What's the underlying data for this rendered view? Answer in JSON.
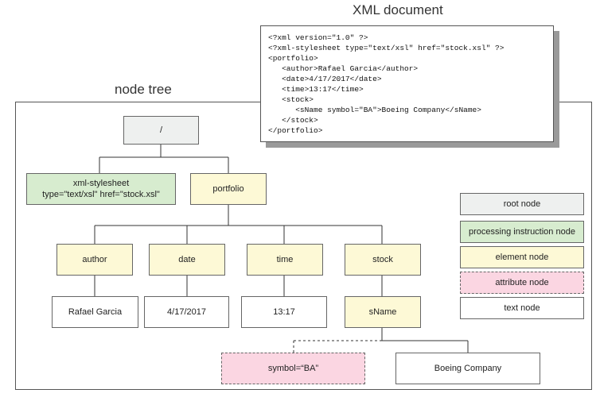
{
  "titles": {
    "xml_document": "XML document",
    "node_tree": "node tree"
  },
  "xml_lines": [
    "<?xml version=\"1.0\" ?>",
    "<?xml-stylesheet type=\"text/xsl\" href=\"stock.xsl\" ?>",
    "<portfolio>",
    "   <author>Rafael Garcia</author>",
    "   <date>4/17/2017</date>",
    "   <time>13:17</time>",
    "   <stock>",
    "      <sName symbol=\"BA\">Boeing Company</sName>",
    "   </stock>",
    "</portfolio>"
  ],
  "nodes": {
    "root": "/",
    "stylesheet_line1": "xml-stylesheet",
    "stylesheet_line2": "type=\"text/xsl\" href=\"stock.xsl\"",
    "portfolio": "portfolio",
    "author": "author",
    "date": "date",
    "time": "time",
    "stock": "stock",
    "author_text": "Rafael Garcia",
    "date_text": "4/17/2017",
    "time_text": "13:17",
    "sname": "sName",
    "symbol_attr": "symbol=“BA”",
    "sname_text": "Boeing Company"
  },
  "legend": {
    "root": "root node",
    "pi": "processing instruction node",
    "element": "element node",
    "attribute": "attribute node",
    "text": "text node"
  },
  "colors": {
    "root": "#eef0ef",
    "processing_instruction": "#d7eccf",
    "element": "#fdf9d6",
    "attribute": "#fbd6e2",
    "text": "#ffffff"
  }
}
